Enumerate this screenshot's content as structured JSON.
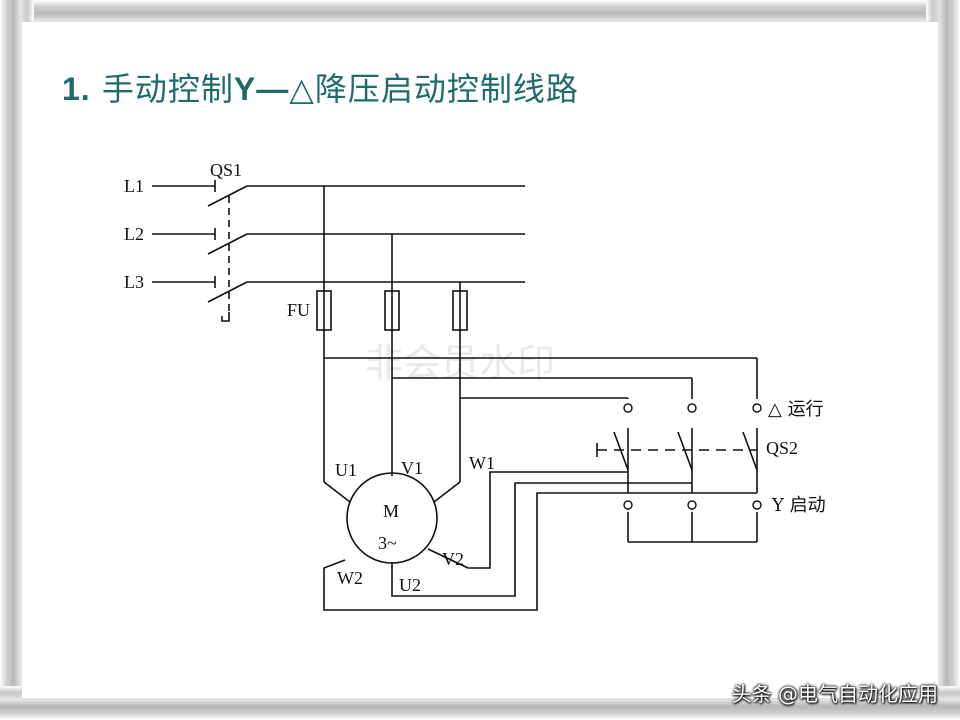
{
  "slide": {
    "title_num": "1.",
    "title_pre": " 手动控制",
    "title_y": "Y—",
    "title_post": "△降压启动控制线路",
    "credit": "头条 @电气自动化应用",
    "watermark": "非会员水印"
  },
  "diagram": {
    "line_labels": [
      "L1",
      "L2",
      "L3"
    ],
    "switch1": "QS1",
    "fuse": "FU",
    "motor_label": "M",
    "motor_phase": "3~",
    "terminals": {
      "u1": "U1",
      "v1": "V1",
      "w1": "W1",
      "u2": "U2",
      "v2": "V2",
      "w2": "W2"
    },
    "switch2": "QS2",
    "run_label": "△ 运行",
    "start_label": "Y 启动"
  }
}
